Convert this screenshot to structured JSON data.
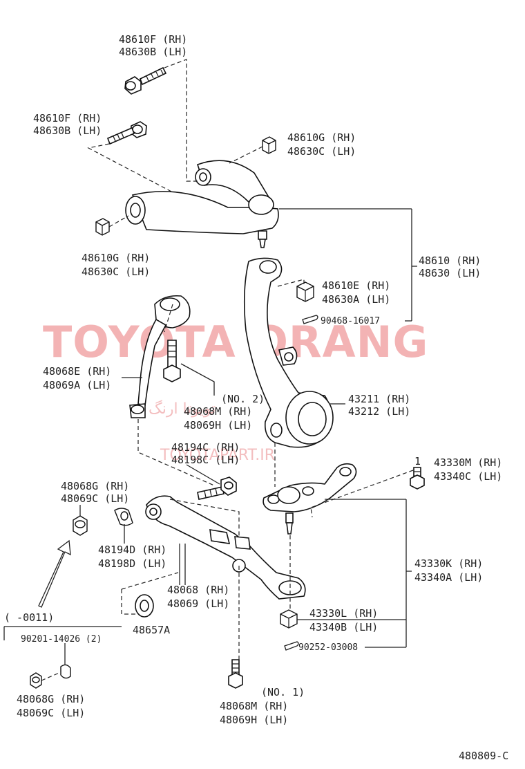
{
  "labels": {
    "upper_bolt_rh": "48610F (RH)",
    "upper_bolt_lh": "48630B (LH)",
    "upper_bolt2_rh": "48610F (RH)",
    "upper_bolt2_lh": "48630B (LH)",
    "upper_nut_right_rh": "48610G (RH)",
    "upper_nut_right_lh": "48630C (LH)",
    "upper_nut_left_rh": "48610G (RH)",
    "upper_nut_left_lh": "48630C (LH)",
    "upper_arm_rh": "48610 (RH)",
    "upper_arm_lh": "48630 (LH)",
    "ball_nut_rh": "48610E (RH)",
    "ball_nut_lh": "48630A (LH)",
    "cotter_pin_1": "90468-16017",
    "strut_bar_rh": "48068E (RH)",
    "strut_bar_lh": "48069A (LH)",
    "no2": "(NO. 2)",
    "bolt_no2_rh": "48068M (RH)",
    "bolt_no2_lh": "48069H (LH)",
    "knuckle_rh": "43211 (RH)",
    "knuckle_lh": "43212 (LH)",
    "bolt_48194c_rh": "48194C (RH)",
    "bolt_48198c_lh": "48198C (LH)",
    "ball_bolt_rh": "43330M (RH)",
    "ball_bolt_lh": "43340C (LH)",
    "nut_48068g_rh": "48068G (RH)",
    "nut_48069c_lh": "48069C (LH)",
    "cam_rh": "48194D (RH)",
    "cam_lh": "48198D (LH)",
    "lower_arm_rh": "48068 (RH)",
    "lower_arm_lh": "48069 (LH)",
    "ball_joint_rh": "43330K (RH)",
    "ball_joint_lh": "43340A (LH)",
    "range": "(      -0011)",
    "nut_bushing": "48657A",
    "ball_nut2_rh": "43330L (RH)",
    "ball_nut2_lh": "43340B (LH)",
    "washer_code": "90201-14026 (2)",
    "cotter_pin_2": "90252-03008",
    "nut2_rh": "48068G (RH)",
    "nut2_lh": "48069C (LH)",
    "no1": "(NO. 1)",
    "bolt_no1_rh": "48068M (RH)",
    "bolt_no1_lh": "48069H (LH)",
    "small_one": "1",
    "figure_id": "480809-C"
  },
  "watermark": {
    "main": "TOYOTA ORANG",
    "arabic": "تویوتا ارنگ",
    "url": "TOYOTAPART.IR",
    "color": "#f2a6a8"
  }
}
